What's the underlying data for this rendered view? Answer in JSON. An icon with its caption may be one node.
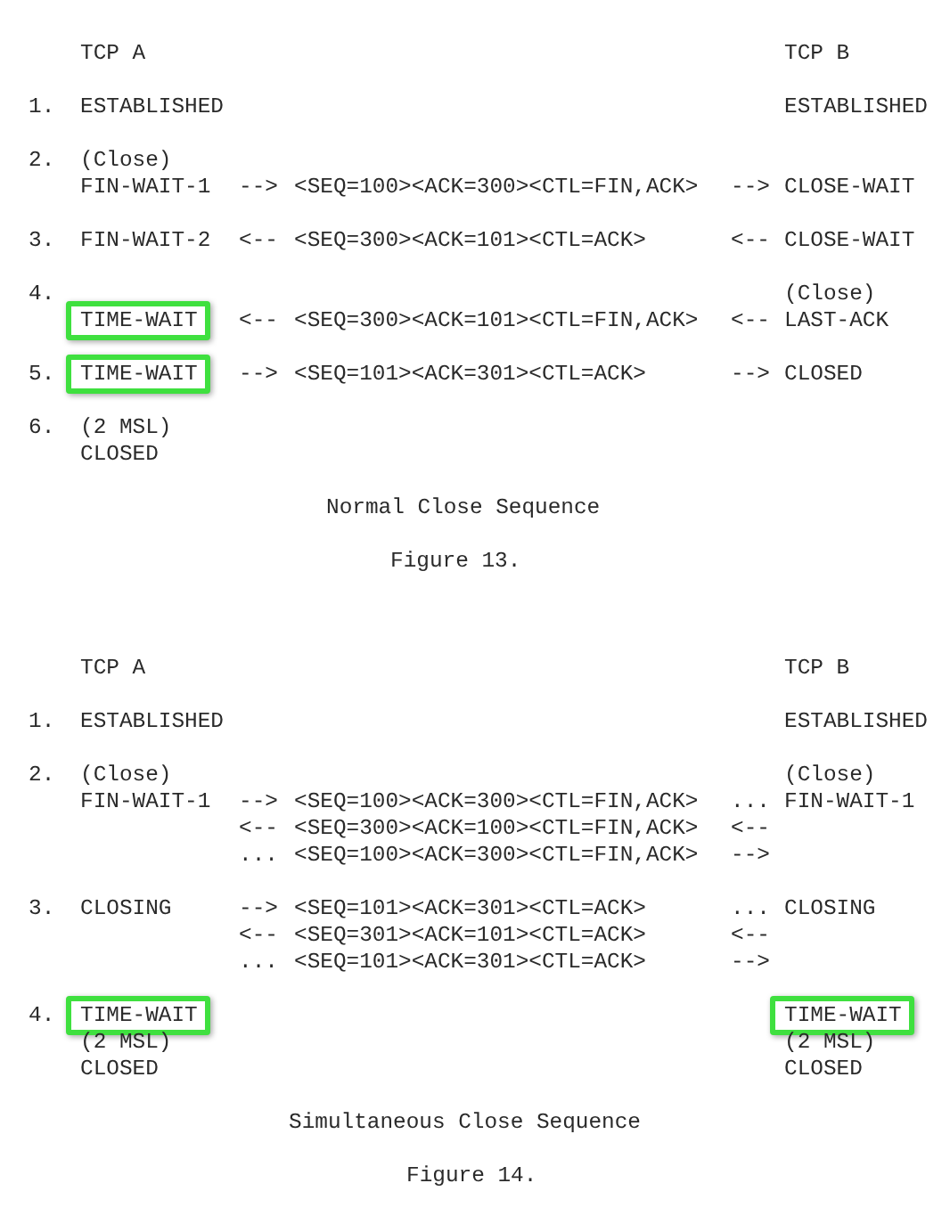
{
  "diagram": {
    "nodes": [
      {
        "text": [
          "TIME-WAIT"
        ]
      },
      {
        "text": [
          "TIME-WAIT"
        ]
      },
      {
        "text": [
          "TIME-WAIT"
        ]
      },
      {
        "text": [
          "TIME-WAIT"
        ]
      }
    ],
    "labels": [
      "TCP A",
      "TCP B",
      "1.",
      "ESTABLISHED",
      "ESTABLISHED",
      "2.",
      "(Close)",
      "FIN-WAIT-1",
      "-->",
      "<SEQ=100><ACK=300><CTL=FIN,ACK>",
      "-->",
      "CLOSE-WAIT",
      "3.",
      "FIN-WAIT-2",
      "<--",
      "<SEQ=300><ACK=101><CTL=ACK>",
      "<--",
      "CLOSE-WAIT",
      "4.",
      "(Close)",
      "<--",
      "<SEQ=300><ACK=101><CTL=FIN,ACK>",
      "<--",
      "LAST-ACK",
      "5.",
      "-->",
      "<SEQ=101><ACK=301><CTL=ACK>",
      "-->",
      "CLOSED",
      "6.",
      "(2 MSL)",
      "CLOSED",
      "Normal Close Sequence",
      "Figure 13.",
      "TCP A",
      "TCP B",
      "1.",
      "ESTABLISHED",
      "ESTABLISHED",
      "2.",
      "(Close)",
      "(Close)",
      "FIN-WAIT-1",
      "-->",
      "<SEQ=100><ACK=300><CTL=FIN,ACK>",
      "...",
      "FIN-WAIT-1",
      "<--",
      "<SEQ=300><ACK=100><CTL=FIN,ACK>",
      "<--",
      "...",
      "<SEQ=100><ACK=300><CTL=FIN,ACK>",
      "-->",
      "3.",
      "CLOSING",
      "-->",
      "<SEQ=101><ACK=301><CTL=ACK>",
      "...",
      "CLOSING",
      "<--",
      "<SEQ=301><ACK=101><CTL=ACK>",
      "<--",
      "...",
      "<SEQ=101><ACK=301><CTL=ACK>",
      "-->",
      "4.",
      "(2 MSL)",
      "(2 MSL)",
      "CLOSED",
      "CLOSED",
      "Simultaneous Close Sequence",
      "Figure 14."
    ]
  }
}
